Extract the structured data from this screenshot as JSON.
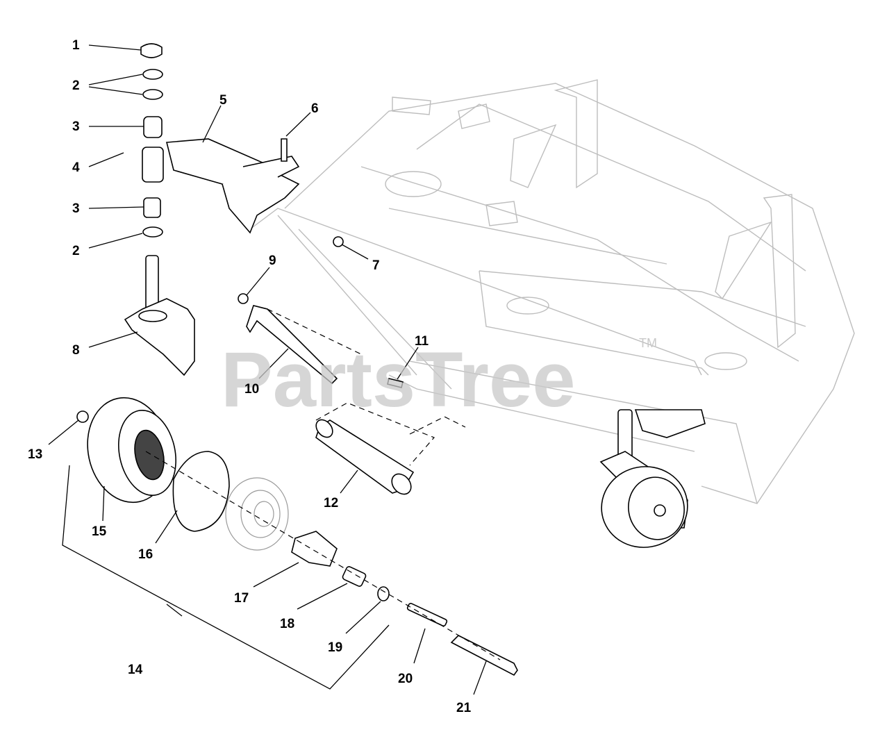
{
  "watermark": {
    "text": "PartsTree",
    "trademark": "TM"
  },
  "callouts": [
    {
      "label": "1"
    },
    {
      "label": "2"
    },
    {
      "label": "2"
    },
    {
      "label": "3"
    },
    {
      "label": "4"
    },
    {
      "label": "3"
    },
    {
      "label": "2"
    },
    {
      "label": "5"
    },
    {
      "label": "6"
    },
    {
      "label": "7"
    },
    {
      "label": "8"
    },
    {
      "label": "9"
    },
    {
      "label": "10"
    },
    {
      "label": "11"
    },
    {
      "label": "12"
    },
    {
      "label": "13"
    },
    {
      "label": "14"
    },
    {
      "label": "15"
    },
    {
      "label": "16"
    },
    {
      "label": "17"
    },
    {
      "label": "18"
    },
    {
      "label": "19"
    },
    {
      "label": "20"
    },
    {
      "label": "21"
    }
  ]
}
